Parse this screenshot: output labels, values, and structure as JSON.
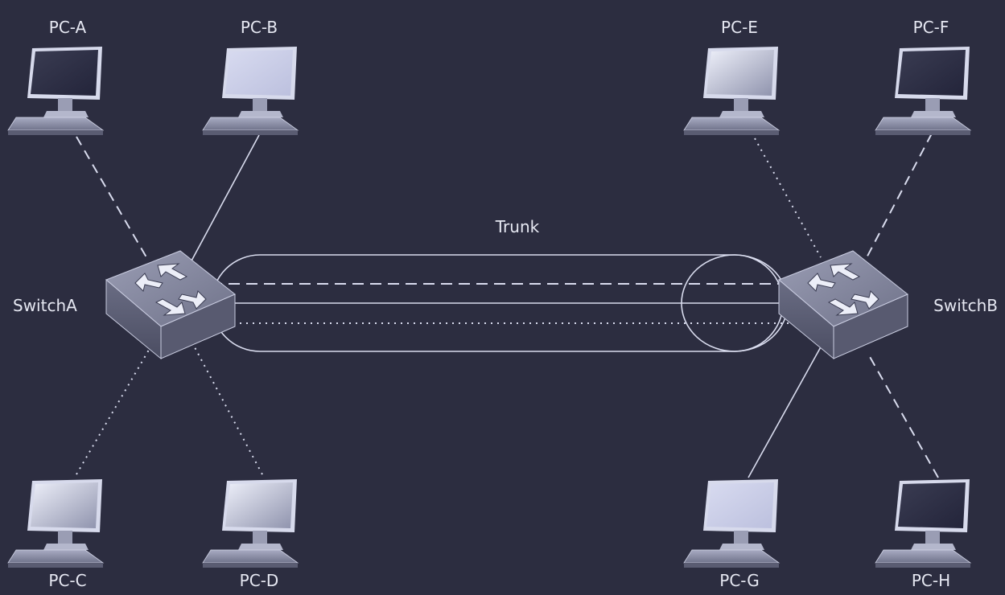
{
  "diagram": {
    "trunk_label": "Trunk",
    "switches": [
      {
        "id": "switch-a",
        "label": "SwitchA"
      },
      {
        "id": "switch-b",
        "label": "SwitchB"
      }
    ],
    "pcs": [
      {
        "id": "pc-a",
        "label": "PC-A",
        "switch": "switch-a",
        "link": "dashed",
        "screen": "dark"
      },
      {
        "id": "pc-b",
        "label": "PC-B",
        "switch": "switch-a",
        "link": "solid",
        "screen": "light"
      },
      {
        "id": "pc-c",
        "label": "PC-C",
        "switch": "switch-a",
        "link": "dotted",
        "screen": "gradient"
      },
      {
        "id": "pc-d",
        "label": "PC-D",
        "switch": "switch-a",
        "link": "dotted",
        "screen": "gradient"
      },
      {
        "id": "pc-e",
        "label": "PC-E",
        "switch": "switch-b",
        "link": "dotted",
        "screen": "gradient"
      },
      {
        "id": "pc-f",
        "label": "PC-F",
        "switch": "switch-b",
        "link": "dashed",
        "screen": "dark"
      },
      {
        "id": "pc-g",
        "label": "PC-G",
        "switch": "switch-b",
        "link": "solid",
        "screen": "light"
      },
      {
        "id": "pc-h",
        "label": "PC-H",
        "switch": "switch-b",
        "link": "dashed",
        "screen": "dark"
      }
    ],
    "trunk_lines": [
      "dashed",
      "solid",
      "dotted"
    ],
    "colors": {
      "background": "#2c2d40",
      "line": "#d9dcee",
      "label": "#e6e8f2",
      "device_body": "#7a7d96"
    }
  }
}
